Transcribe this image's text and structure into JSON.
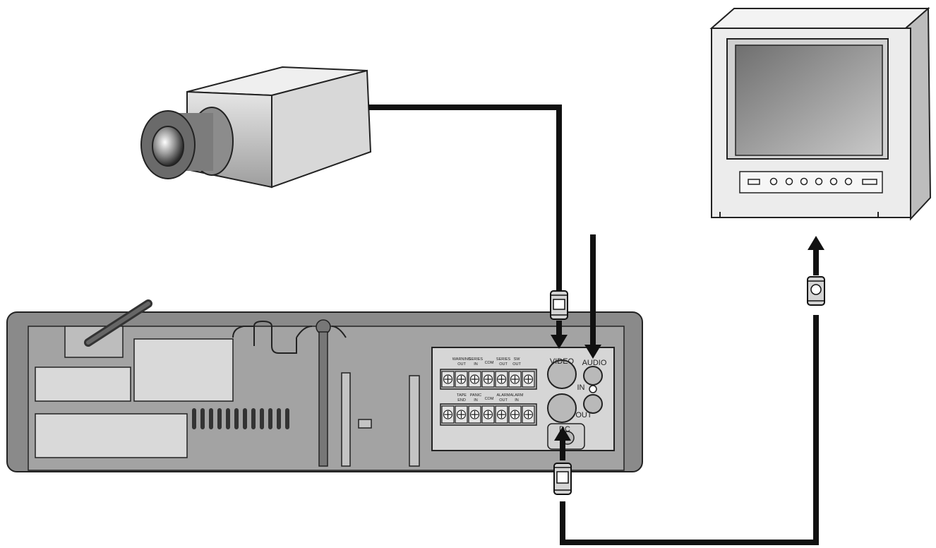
{
  "vcr": {
    "terminals_top": [
      {
        "line1": "WARNING",
        "line2": "OUT"
      },
      {
        "line1": "SERIES",
        "line2": "IN"
      },
      {
        "line1": "COM",
        "line2": ""
      },
      {
        "line1": "SERIES",
        "line2": "OUT"
      },
      {
        "line1": "SW",
        "line2": "OUT"
      }
    ],
    "terminals_bottom": [
      {
        "line1": "TAPE",
        "line2": "END"
      },
      {
        "line1": "PANIC",
        "line2": "IN"
      },
      {
        "line1": "COM",
        "line2": ""
      },
      {
        "line1": "ALARM",
        "line2": "OUT"
      },
      {
        "line1": "ALARM",
        "line2": "IN"
      }
    ],
    "jacks": {
      "video": "VIDEO",
      "audio": "AUDIO",
      "in": "IN",
      "out": "OUT",
      "dc": "DC"
    }
  },
  "colors": {
    "cable": "#111111",
    "vcr_body": "#8a8a8a",
    "vcr_face": "#a3a3a3",
    "label_panel": "#d9d9d9",
    "monitor_case": "#ececec",
    "screen": "#9a9a9a",
    "camera_body": "#d2d2d2"
  }
}
